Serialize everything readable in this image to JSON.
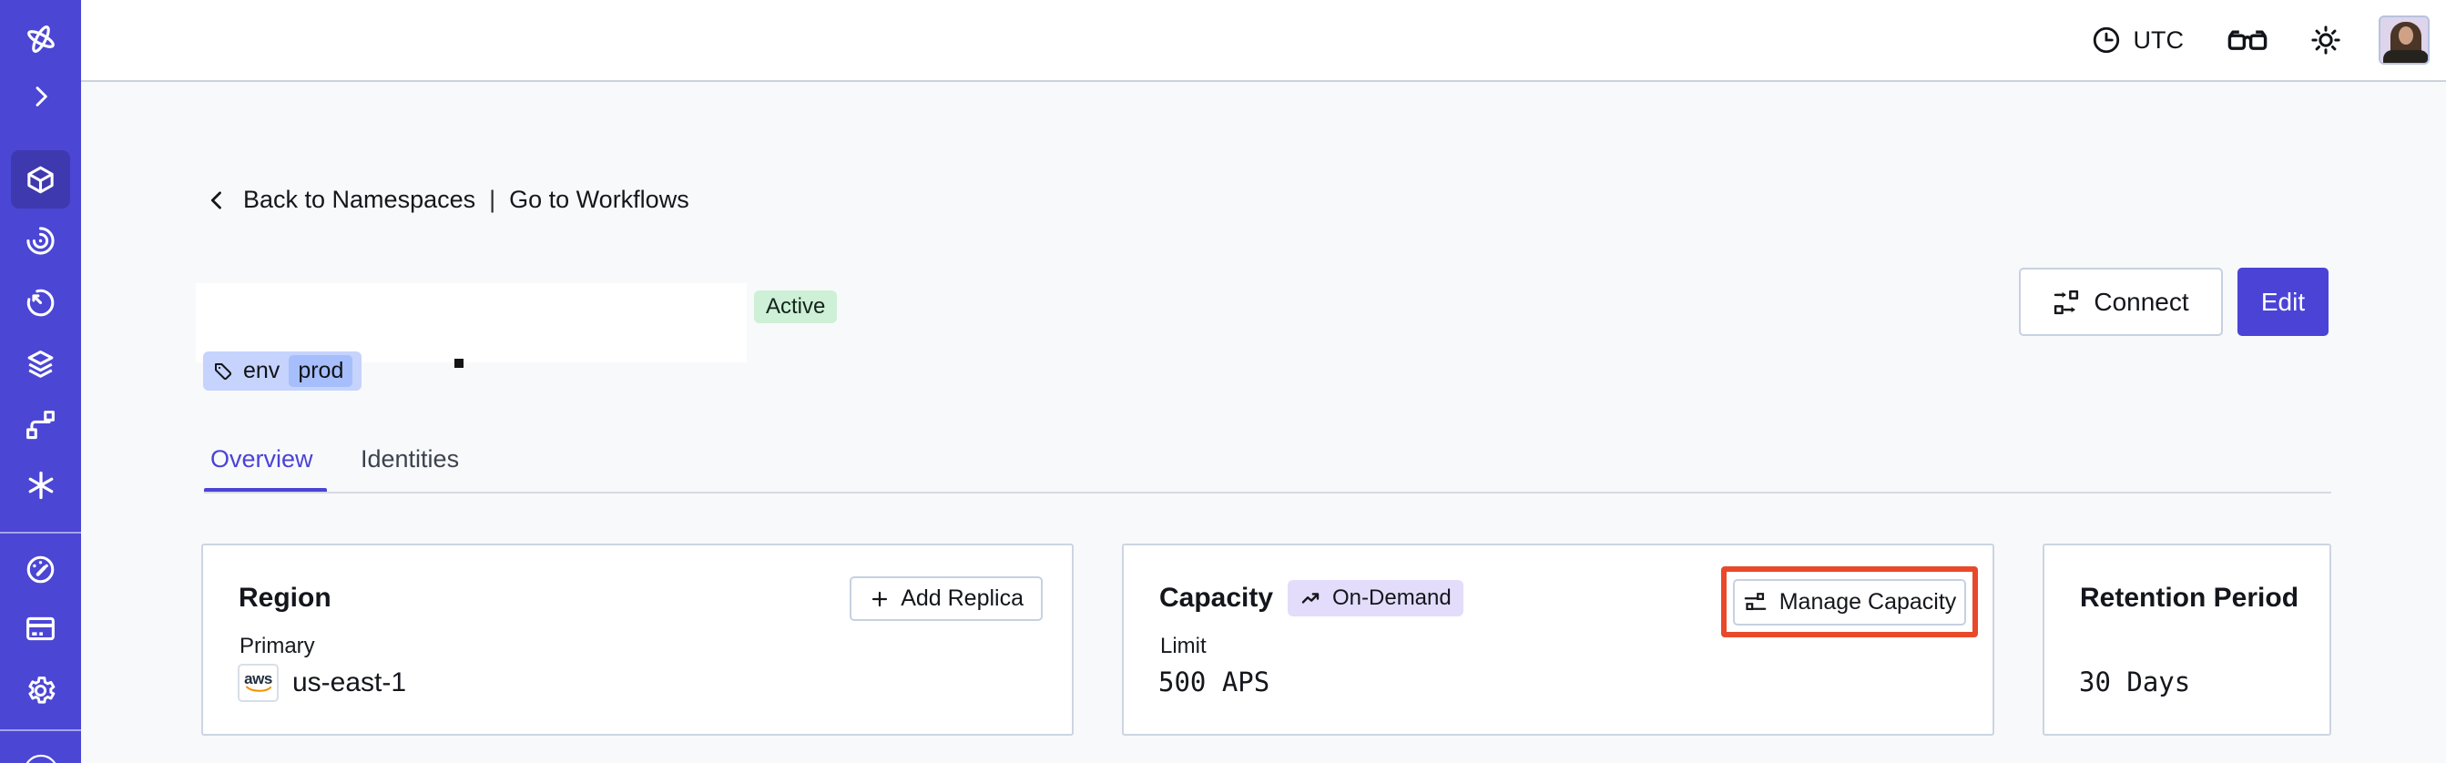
{
  "topbar": {
    "timezone": "UTC"
  },
  "sidebar": {
    "items": [
      {
        "id": "temporal-logo",
        "active": false
      },
      {
        "id": "expand",
        "active": false
      },
      {
        "id": "namespaces",
        "active": true
      },
      {
        "id": "workflows",
        "active": false
      },
      {
        "id": "schedules",
        "active": false
      },
      {
        "id": "deployments",
        "active": false
      },
      {
        "id": "nexus",
        "active": false
      },
      {
        "id": "batch-operations",
        "active": false
      },
      {
        "id": "usage",
        "active": false
      },
      {
        "id": "billing",
        "active": false
      },
      {
        "id": "settings",
        "active": false
      },
      {
        "id": "account",
        "active": false
      }
    ]
  },
  "breadcrumb": {
    "back_label": "Back to Namespaces",
    "separator": "|",
    "workflows_label": "Go to Workflows"
  },
  "header": {
    "status_badge": "Active",
    "tag": {
      "key": "env",
      "value": "prod"
    },
    "connect_label": "Connect",
    "edit_label": "Edit"
  },
  "tabs": {
    "items": [
      {
        "label": "Overview"
      },
      {
        "label": "Identities"
      }
    ]
  },
  "cards": {
    "region": {
      "title": "Region",
      "add_replica_label": "Add Replica",
      "primary_label": "Primary",
      "provider": "aws",
      "value": "us-east-1"
    },
    "capacity": {
      "title": "Capacity",
      "badge": "On-Demand",
      "manage_label": "Manage Capacity",
      "limit_label": "Limit",
      "limit_value": "500 APS"
    },
    "retention": {
      "title": "Retention Period",
      "value": "30 Days"
    }
  },
  "colors": {
    "sidebar": "#4b46d4",
    "sidebar_active": "#3e39ae",
    "accent": "#4a43d6",
    "status_badge_bg": "#cdf0d6",
    "tag_bg": "#c5d3fd",
    "tag_chip_bg": "#a6befb",
    "ondemand_badge_bg": "#e3dcfa",
    "annotation_highlight": "#e8492a",
    "page_bg": "#f8f9fb"
  }
}
